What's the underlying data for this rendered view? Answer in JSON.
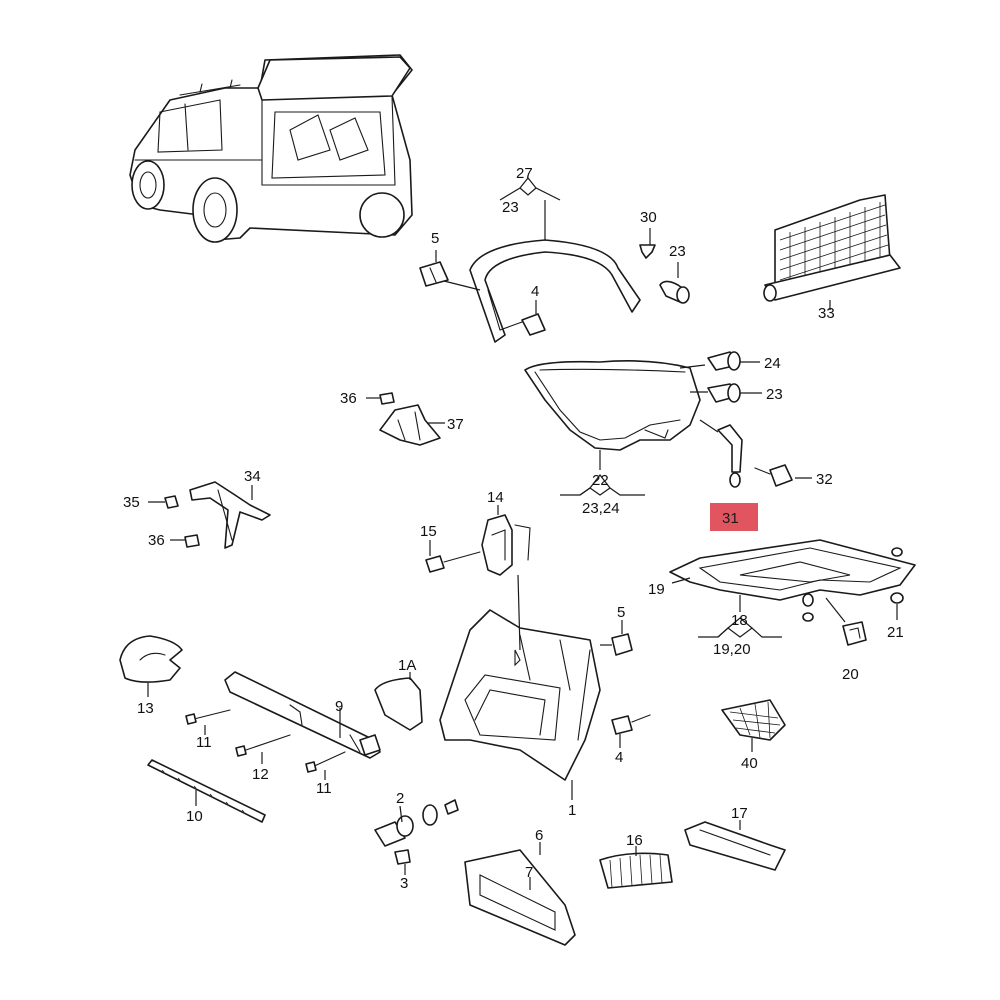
{
  "diagram": {
    "highlight_color": "#e05560",
    "labels": {
      "l27": "27",
      "l23_top": "23",
      "l5_top": "5",
      "l4_top": "4",
      "l30": "30",
      "l23_c": "23",
      "l33": "33",
      "l24": "24",
      "l23_r": "23",
      "l36_top": "36",
      "l37": "37",
      "l32": "32",
      "l22": "22",
      "l2324": "23,24",
      "l31": "31",
      "l34": "34",
      "l35": "35",
      "l36_b": "36",
      "l14": "14",
      "l15": "15",
      "l19": "19",
      "l18": "18",
      "l1920": "19,20",
      "l21": "21",
      "l20": "20",
      "l5_mid": "5",
      "l1A": "1A",
      "l9": "9",
      "l13": "13",
      "l11_a": "11",
      "l12": "12",
      "l11_b": "11",
      "l4_mid": "4",
      "l40": "40",
      "l1": "1",
      "l10": "10",
      "l2": "2",
      "l3": "3",
      "l6": "6",
      "l7": "7",
      "l16": "16",
      "l17": "17"
    }
  }
}
